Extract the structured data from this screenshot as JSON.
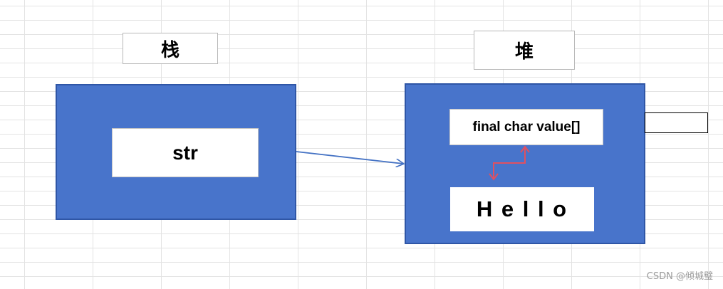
{
  "stack": {
    "title": "栈",
    "variable": "str"
  },
  "heap": {
    "title": "堆",
    "field": "final char value[]",
    "content": "H e l l o"
  },
  "colors": {
    "panel": "#4874cb",
    "panel_border": "#2f56a6",
    "pointer_arrow": "#4472c4",
    "value_arrow": "#e05060"
  },
  "watermark": "CSDN @倾城璧"
}
